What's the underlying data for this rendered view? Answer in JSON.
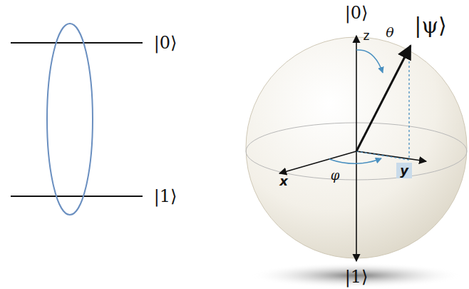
{
  "diagram": {
    "labels": [
      "|0⟩",
      "|1⟩",
      "|0⟩",
      "z",
      "θ",
      "|ψ⟩",
      "x",
      "φ",
      "y",
      "|1⟩"
    ]
  }
}
